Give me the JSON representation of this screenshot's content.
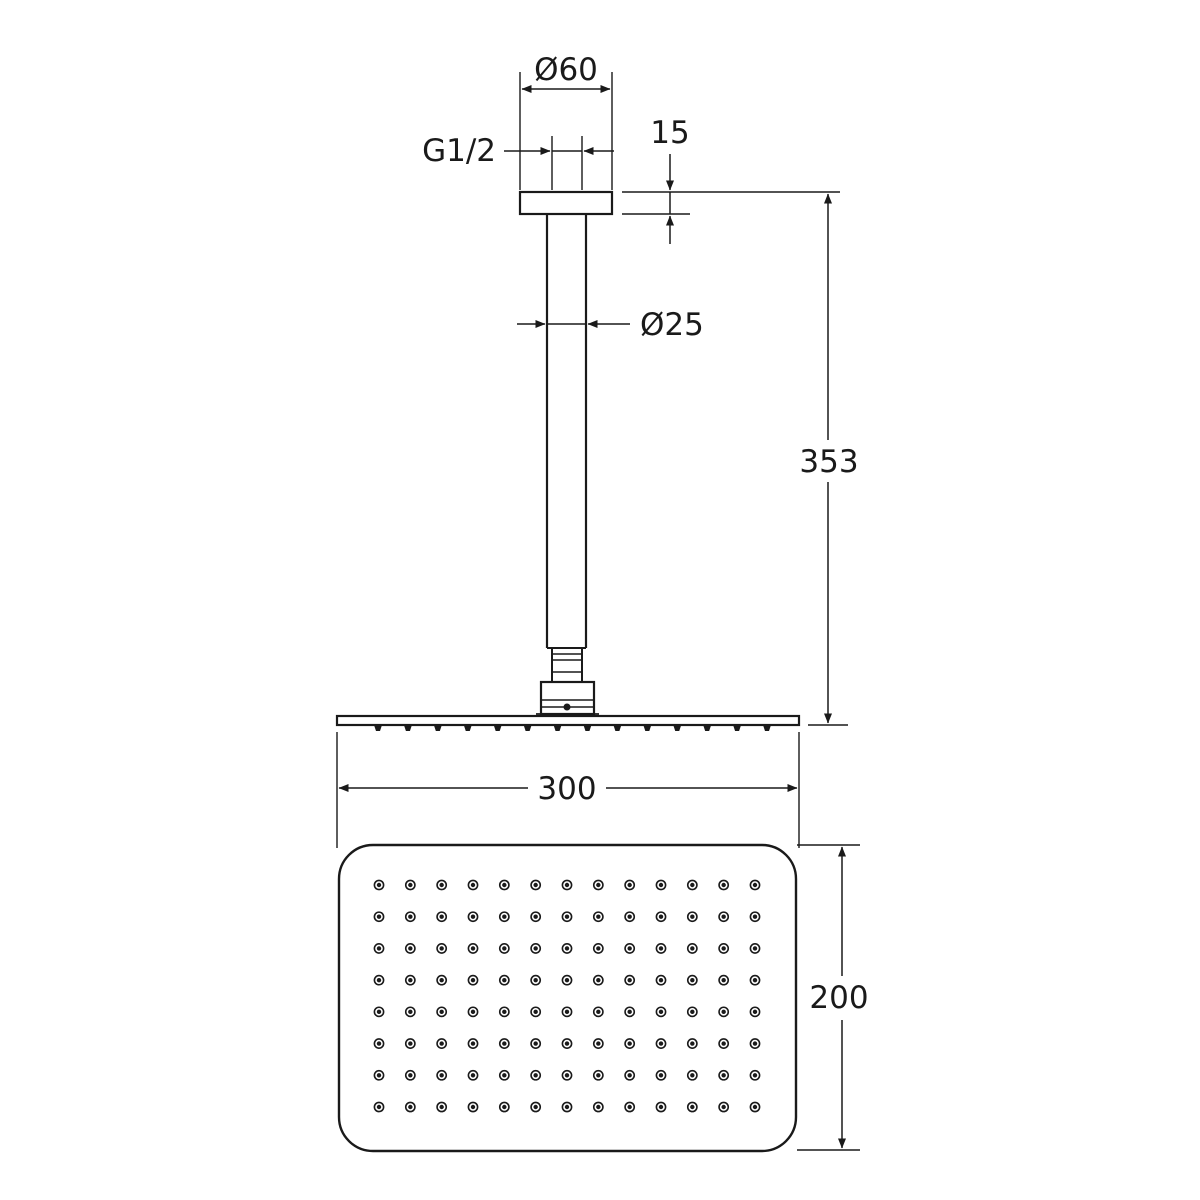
{
  "dimensions": {
    "flange_diameter": "Ø60",
    "thread": "G1/2",
    "flange_thickness": "15",
    "arm_diameter": "Ø25",
    "overall_height": "353",
    "head_width": "300",
    "head_depth": "200"
  },
  "nozzle_grid": {
    "columns": 13,
    "rows": 8
  },
  "side_nozzle_count": 14,
  "colors": {
    "line": "#1a1a1a",
    "background": "#ffffff"
  }
}
